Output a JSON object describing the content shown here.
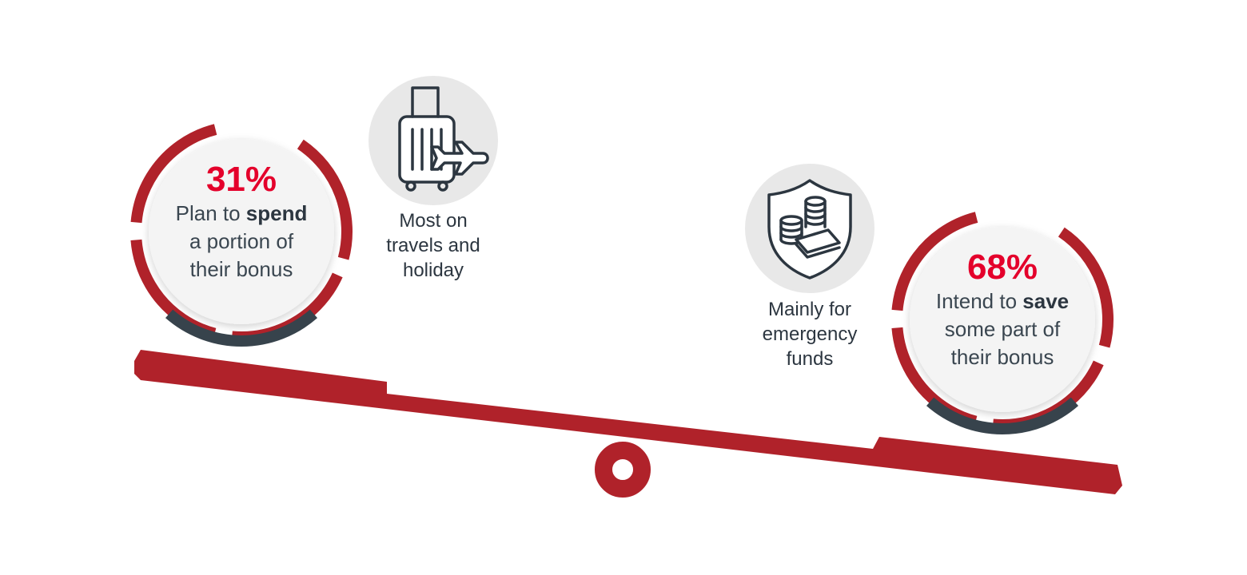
{
  "spend": {
    "percent": "31%",
    "line1_prefix": "Plan to ",
    "line1_bold": "spend",
    "line2": "a portion of",
    "line3": "their bonus",
    "caption_line1": "Most on",
    "caption_line2": "travels and",
    "caption_line3": "holiday",
    "icon": "luggage-plane-icon"
  },
  "save": {
    "percent": "68%",
    "line1_prefix": "Intend to ",
    "line1_bold": "save",
    "line2": "some part of",
    "line3": "their bonus",
    "caption_line1": "Mainly for",
    "caption_line2": "emergency",
    "caption_line3": "funds",
    "icon": "shield-coins-icon"
  },
  "colors": {
    "accent_red": "#b0222a",
    "percent_red": "#e4002b",
    "dark_slate": "#37434c",
    "icon_bg": "#e8e8e8",
    "text": "#3a4650"
  }
}
